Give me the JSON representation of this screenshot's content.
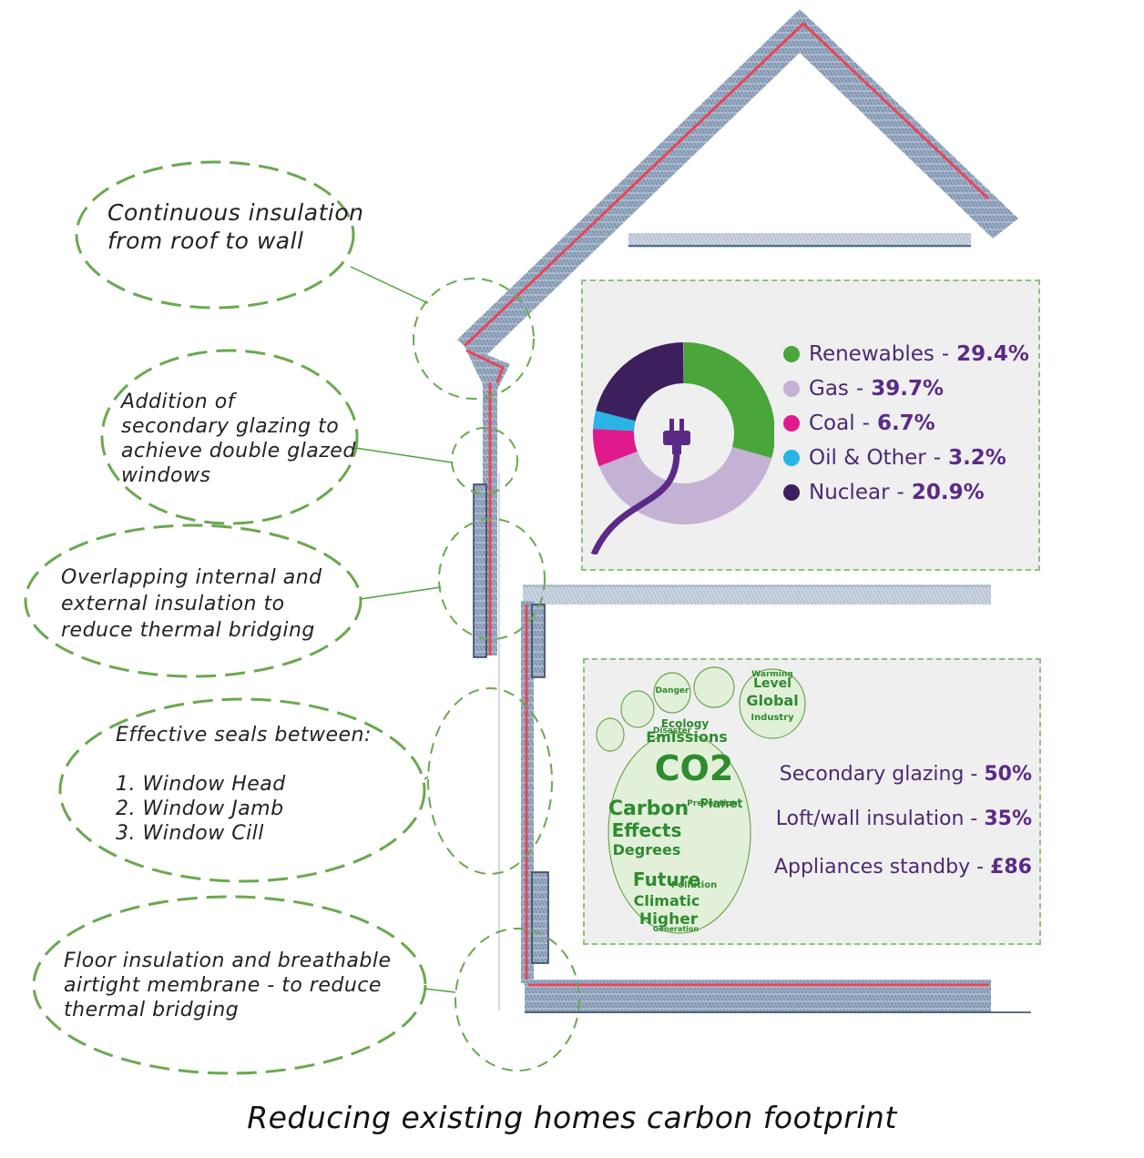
{
  "title": "Reducing existing homes carbon footprint",
  "annotations": [
    {
      "id": "roof-wall",
      "text": "Continuous insulation\nfrom roof to wall"
    },
    {
      "id": "glazing",
      "text": "Addition of\nsecondary glazing to\nachieve double glazed\nwindows"
    },
    {
      "id": "overlap",
      "text": "Overlapping internal and\nexternal insulation to\nreduce thermal bridging"
    },
    {
      "id": "seals",
      "text": "Effective seals between:\n\n1. Window Head\n2. Window Jamb\n3. Window Cill"
    },
    {
      "id": "floor",
      "text": "Floor insulation and breathable\nairtight membrane - to reduce\nthermal bridging"
    }
  ],
  "energy_mix": {
    "items": [
      {
        "label": "Renewables",
        "value": "29.4%",
        "percent": 29.4,
        "color": "#4aa53a"
      },
      {
        "label": "Gas",
        "value": "39.7%",
        "percent": 39.7,
        "color": "#c3b2d4"
      },
      {
        "label": "Coal",
        "value": "6.7%",
        "percent": 6.7,
        "color": "#e01a8c"
      },
      {
        "label": "Oil & Other",
        "value": "3.2%",
        "percent": 3.2,
        "color": "#2ab4e6"
      },
      {
        "label": "Nuclear",
        "value": "20.9%",
        "percent": 20.9,
        "color": "#3d1f5e"
      }
    ],
    "separator": "-",
    "icon": "plug-icon"
  },
  "savings": {
    "items": [
      {
        "label": "Secondary glazing",
        "value": "50%"
      },
      {
        "label": "Loft/wall insulation",
        "value": "35%"
      },
      {
        "label": "Appliances standby",
        "value": "£86"
      }
    ],
    "separator": "-",
    "icon": "footprint-word-cloud-icon",
    "wordcloud": [
      "CO2",
      "Carbon",
      "Effects",
      "Degrees",
      "Future",
      "Climatic",
      "Higher",
      "Emissions",
      "Ecology",
      "Planet",
      "Pollution",
      "Global",
      "Level",
      "Industry",
      "Warming",
      "Danger",
      "Disaster",
      "Prevention",
      "Generation"
    ]
  },
  "colors": {
    "insulation": "#8ea3bd",
    "membrane": "#e8455a",
    "accent_green": "#6ab04c",
    "panel_bg": "#efefef",
    "text_purple": "#4a2a72"
  }
}
